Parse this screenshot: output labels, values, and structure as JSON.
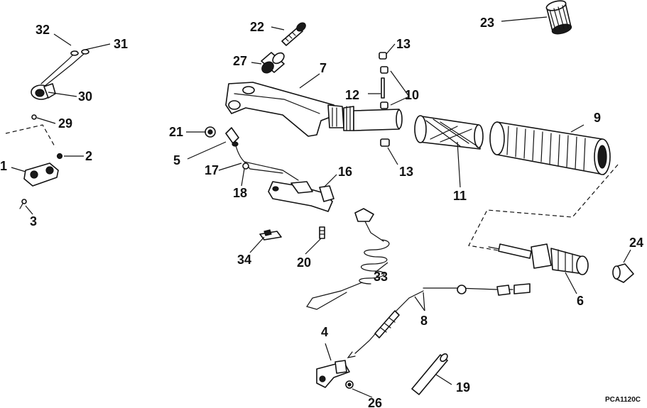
{
  "callouts": [
    "1",
    "2",
    "3",
    "4",
    "5",
    "6",
    "7",
    "8",
    "9",
    "10",
    "11",
    "12",
    "13",
    "13",
    "16",
    "17",
    "18",
    "19",
    "20",
    "21",
    "22",
    "23",
    "24",
    "26",
    "27",
    "29",
    "30",
    "31",
    "32",
    "33",
    "34"
  ],
  "drawing_code": "PCA1120C"
}
